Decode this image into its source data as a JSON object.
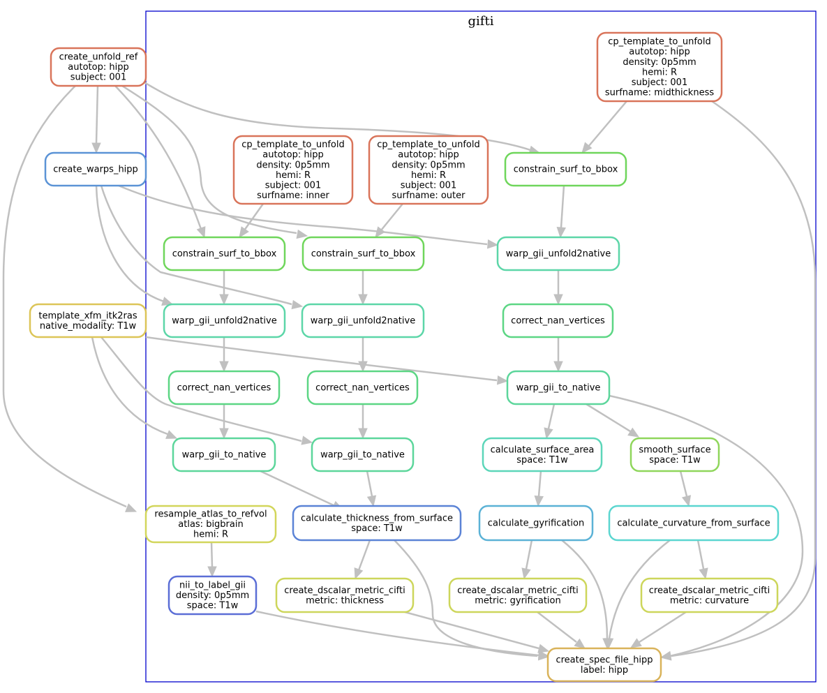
{
  "cluster": {
    "label": "gifti",
    "border_color": "#0000cc"
  },
  "edge_color": "#c0c0c0",
  "nodes": [
    {
      "id": "create_unfold_ref",
      "lines": [
        "create_unfold_ref",
        "autotop: hipp",
        "subject: 001"
      ],
      "color": "#d9745a"
    },
    {
      "id": "create_warps_hipp",
      "lines": [
        "create_warps_hipp"
      ],
      "color": "#5b93d6"
    },
    {
      "id": "template_xfm_itk2ras",
      "lines": [
        "template_xfm_itk2ras",
        "native_modality: T1w"
      ],
      "color": "#dcc558"
    },
    {
      "id": "cp_mid",
      "lines": [
        "cp_template_to_unfold",
        "autotop: hipp",
        "density: 0p5mm",
        "hemi: R",
        "subject: 001",
        "surfname: midthickness"
      ],
      "color": "#d9745a"
    },
    {
      "id": "cp_inner",
      "lines": [
        "cp_template_to_unfold",
        "autotop: hipp",
        "density: 0p5mm",
        "hemi: R",
        "subject: 001",
        "surfname: inner"
      ],
      "color": "#d9745a"
    },
    {
      "id": "cp_outer",
      "lines": [
        "cp_template_to_unfold",
        "autotop: hipp",
        "density: 0p5mm",
        "hemi: R",
        "subject: 001",
        "surfname: outer"
      ],
      "color": "#d9745a"
    },
    {
      "id": "csb_mid",
      "lines": [
        "constrain_surf_to_bbox"
      ],
      "color": "#6fd65b"
    },
    {
      "id": "csb_inner",
      "lines": [
        "constrain_surf_to_bbox"
      ],
      "color": "#6fd65b"
    },
    {
      "id": "csb_outer",
      "lines": [
        "constrain_surf_to_bbox"
      ],
      "color": "#6fd65b"
    },
    {
      "id": "wgu_mid",
      "lines": [
        "warp_gii_unfold2native"
      ],
      "color": "#5cd6a8"
    },
    {
      "id": "wgu_inner",
      "lines": [
        "warp_gii_unfold2native"
      ],
      "color": "#5cd6a8"
    },
    {
      "id": "wgu_outer",
      "lines": [
        "warp_gii_unfold2native"
      ],
      "color": "#5cd6a8"
    },
    {
      "id": "cnv_mid",
      "lines": [
        "correct_nan_vertices"
      ],
      "color": "#5cd684"
    },
    {
      "id": "cnv_inner",
      "lines": [
        "correct_nan_vertices"
      ],
      "color": "#5cd684"
    },
    {
      "id": "cnv_outer",
      "lines": [
        "correct_nan_vertices"
      ],
      "color": "#5cd684"
    },
    {
      "id": "wgn_mid",
      "lines": [
        "warp_gii_to_native"
      ],
      "color": "#5cd69b"
    },
    {
      "id": "wgn_inner",
      "lines": [
        "warp_gii_to_native"
      ],
      "color": "#5cd69b"
    },
    {
      "id": "wgn_outer",
      "lines": [
        "warp_gii_to_native"
      ],
      "color": "#5cd69b"
    },
    {
      "id": "calc_area",
      "lines": [
        "calculate_surface_area",
        "space: T1w"
      ],
      "color": "#5cd6b9"
    },
    {
      "id": "smooth",
      "lines": [
        "smooth_surface",
        "space: T1w"
      ],
      "color": "#8fd65b"
    },
    {
      "id": "resample",
      "lines": [
        "resample_atlas_to_refvol",
        "atlas: bigbrain",
        "hemi: R"
      ],
      "color": "#d2d65b"
    },
    {
      "id": "calc_thick",
      "lines": [
        "calculate_thickness_from_surface",
        "space: T1w"
      ],
      "color": "#5b83d6"
    },
    {
      "id": "calc_gyr",
      "lines": [
        "calculate_gyrification"
      ],
      "color": "#5bb2d6"
    },
    {
      "id": "calc_curv",
      "lines": [
        "calculate_curvature_from_surface"
      ],
      "color": "#5bd6d0"
    },
    {
      "id": "nii2lab",
      "lines": [
        "nii_to_label_gii",
        "density: 0p5mm",
        "space: T1w"
      ],
      "color": "#5b6ed6"
    },
    {
      "id": "ds_thick",
      "lines": [
        "create_dscalar_metric_cifti",
        "metric: thickness"
      ],
      "color": "#cdd65b"
    },
    {
      "id": "ds_gyr",
      "lines": [
        "create_dscalar_metric_cifti",
        "metric: gyrification"
      ],
      "color": "#cdd65b"
    },
    {
      "id": "ds_curv",
      "lines": [
        "create_dscalar_metric_cifti",
        "metric: curvature"
      ],
      "color": "#cdd65b"
    },
    {
      "id": "spec",
      "lines": [
        "create_spec_file_hipp",
        "label: hipp"
      ],
      "color": "#d9b35a"
    }
  ]
}
